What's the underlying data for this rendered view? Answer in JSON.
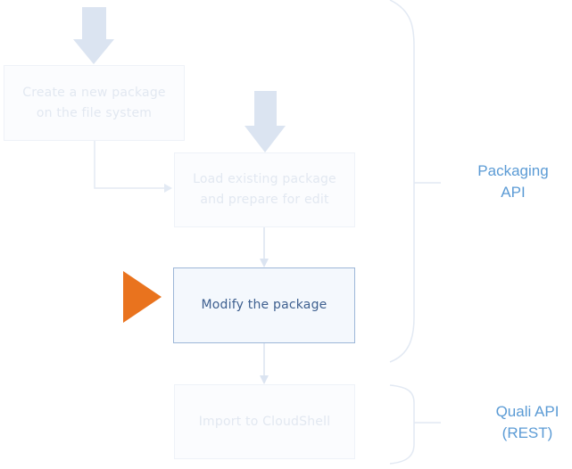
{
  "diagram": {
    "steps": [
      {
        "id": "create",
        "label_lines": [
          "Create a new package",
          "on the file system"
        ],
        "state": "faded"
      },
      {
        "id": "load",
        "label_lines": [
          "Load existing package",
          "and prepare for edit"
        ],
        "state": "faded"
      },
      {
        "id": "modify",
        "label_lines": [
          "Modify the package"
        ],
        "state": "active"
      },
      {
        "id": "import",
        "label_lines": [
          "Import to CloudShell"
        ],
        "state": "faded"
      }
    ],
    "groups": {
      "packaging_api": {
        "label_lines": [
          "Packaging",
          "API"
        ]
      },
      "quali_api": {
        "label_lines": [
          "Quali API",
          "(REST)"
        ]
      }
    },
    "colors": {
      "accent_text": "#5b9bd5",
      "current_step_pointer": "#e9731e",
      "faded_arrow": "#dbe4f1",
      "active_border": "#9db7d8"
    },
    "icons": {
      "current_step": "orange-triangle-pointer",
      "entry_arrows": "block-down-arrow"
    }
  }
}
